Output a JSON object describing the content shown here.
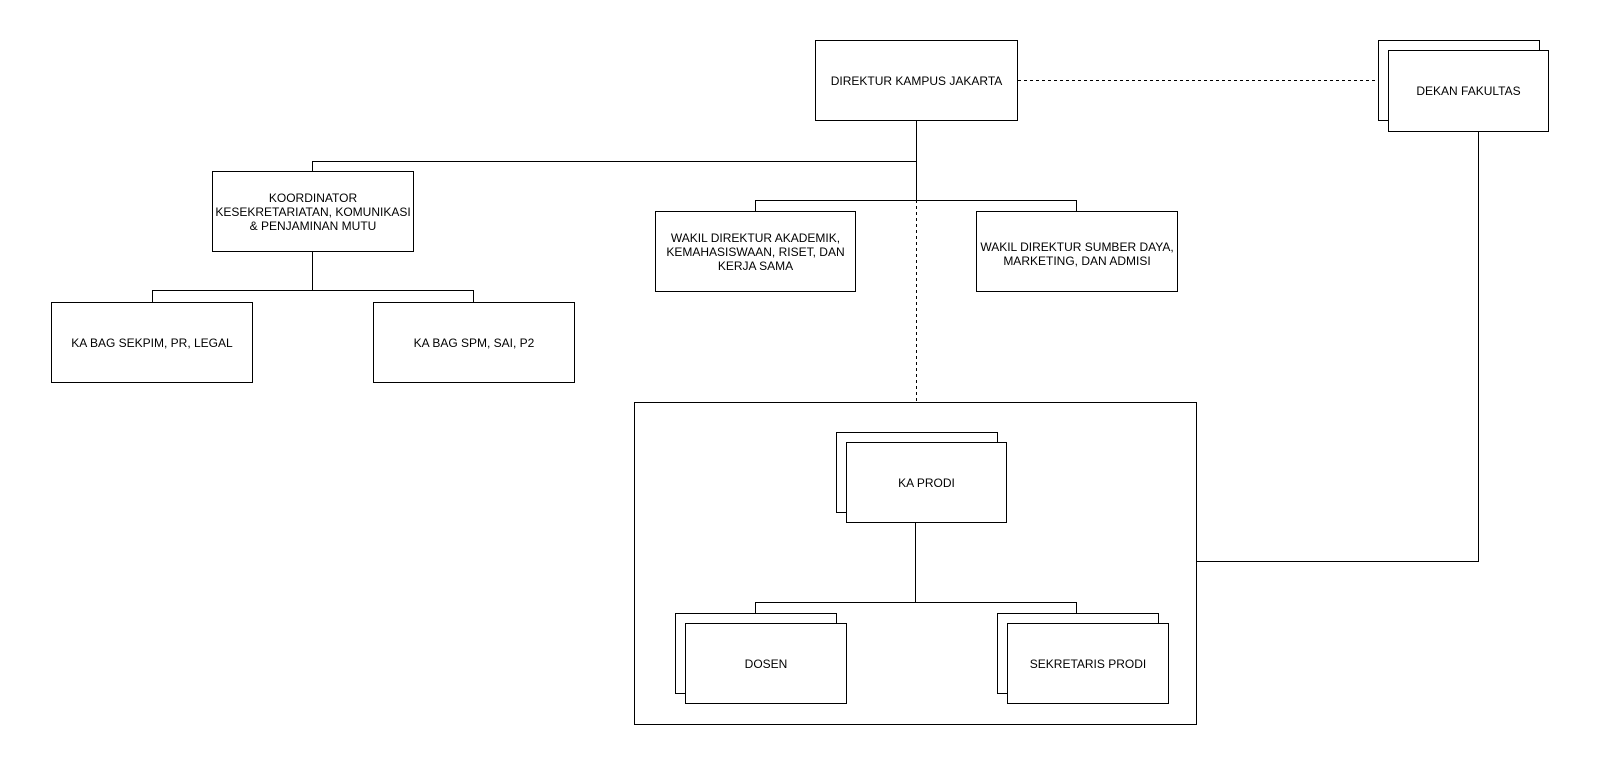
{
  "nodes": {
    "direktur": "DIREKTUR KAMPUS JAKARTA",
    "dekan": "DEKAN FAKULTAS",
    "koordinator": "KOORDINATOR KESEKRETARIATAN, KOMUNIKASI & PENJAMINAN MUTU",
    "wadir_akademik": "WAKIL DIREKTUR AKADEMIK, KEMAHASISWAAN, RISET, DAN KERJA SAMA",
    "wadir_sumber_daya": "WAKIL DIREKTUR SUMBER DAYA, MARKETING, DAN ADMISI",
    "ka_bag_sekpim": "KA BAG SEKPIM, PR, LEGAL",
    "ka_bag_spm": "KA BAG SPM, SAI, P2",
    "ka_prodi": "KA PRODI",
    "dosen": "DOSEN",
    "sekretaris_prodi": "SEKRETARIS PRODI"
  },
  "colors": {
    "line": "#000000",
    "background": "#ffffff"
  }
}
